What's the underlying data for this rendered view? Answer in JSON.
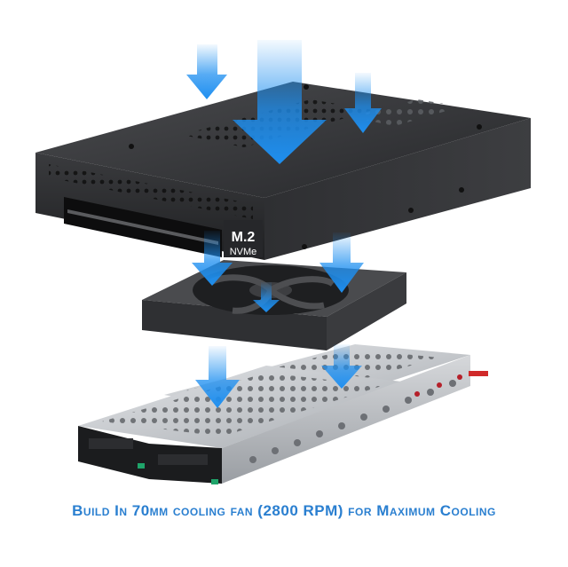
{
  "product": {
    "badge_line1": "M.2",
    "badge_line2": "NVMe"
  },
  "caption": {
    "text": "Build In 70mm cooling fan (2800 RPM) for Maximum Cooling"
  },
  "colors": {
    "caption": "#2a7fd0",
    "arrow": "#1e8ff0",
    "enclosure": "#2b2c2e",
    "fan": "#3c3d40",
    "tray_metal": "#c9cccf"
  },
  "icons": [
    "down-arrow-icon"
  ]
}
